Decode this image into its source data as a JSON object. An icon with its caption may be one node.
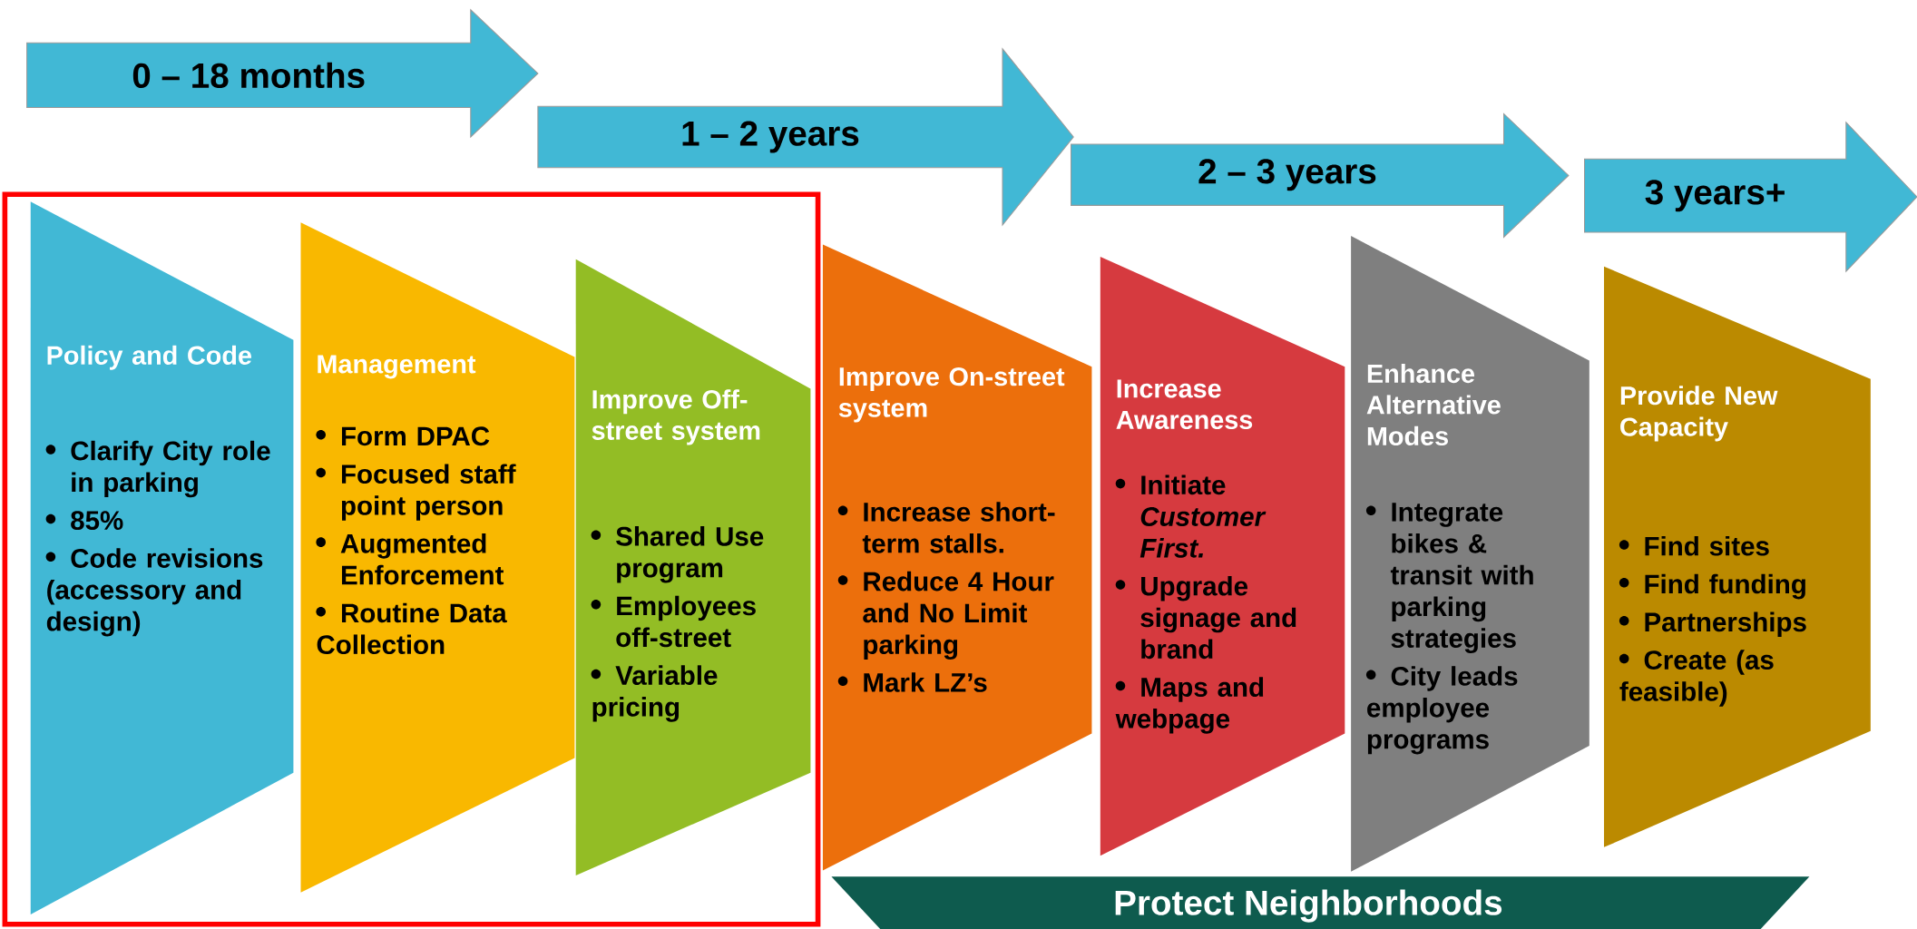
{
  "diagram": {
    "nodes": [
      {
        "text": [
          "0 – 18 months"
        ]
      },
      {
        "text": [
          "1 – 2 years"
        ]
      },
      {
        "text": [
          "2 – 3 years"
        ]
      },
      {
        "text": [
          "3 years+"
        ]
      },
      {
        "text": [],
        "shape": "box"
      },
      {
        "text": [
          "Policy and Code",
          "Clarify City role in parking",
          "85%",
          "Code revisions (accessory and design)"
        ],
        "in": 4
      },
      {
        "text": [
          "Management",
          "Form DPAC",
          "Focused staff point person",
          "Augmented Enforcement",
          "Routine Data Collection"
        ],
        "in": 4
      },
      {
        "text": [
          "Improve Off-street system",
          "Shared Use program",
          "Employees off-street",
          "Variable pricing"
        ],
        "in": 4
      },
      {
        "text": [
          "Improve On-street system",
          "Increase short-term stalls.",
          "Reduce 4 Hour and No Limit parking",
          "Mark LZ’s"
        ]
      },
      {
        "text": [
          "Increase Awareness",
          "Initiate *Customer First.*",
          "Upgrade signage and brand",
          "Maps and webpage"
        ]
      },
      {
        "text": [
          "Enhance Alternative Modes",
          "Integrate bikes & transit with parking strategies",
          "City leads employee programs"
        ]
      },
      {
        "text": [
          "Provide New Capacity",
          "Find sites",
          "Find funding",
          "Partnerships",
          "Create (as feasible)"
        ]
      },
      {
        "text": [
          "Protect Neighborhoods"
        ]
      }
    ]
  }
}
